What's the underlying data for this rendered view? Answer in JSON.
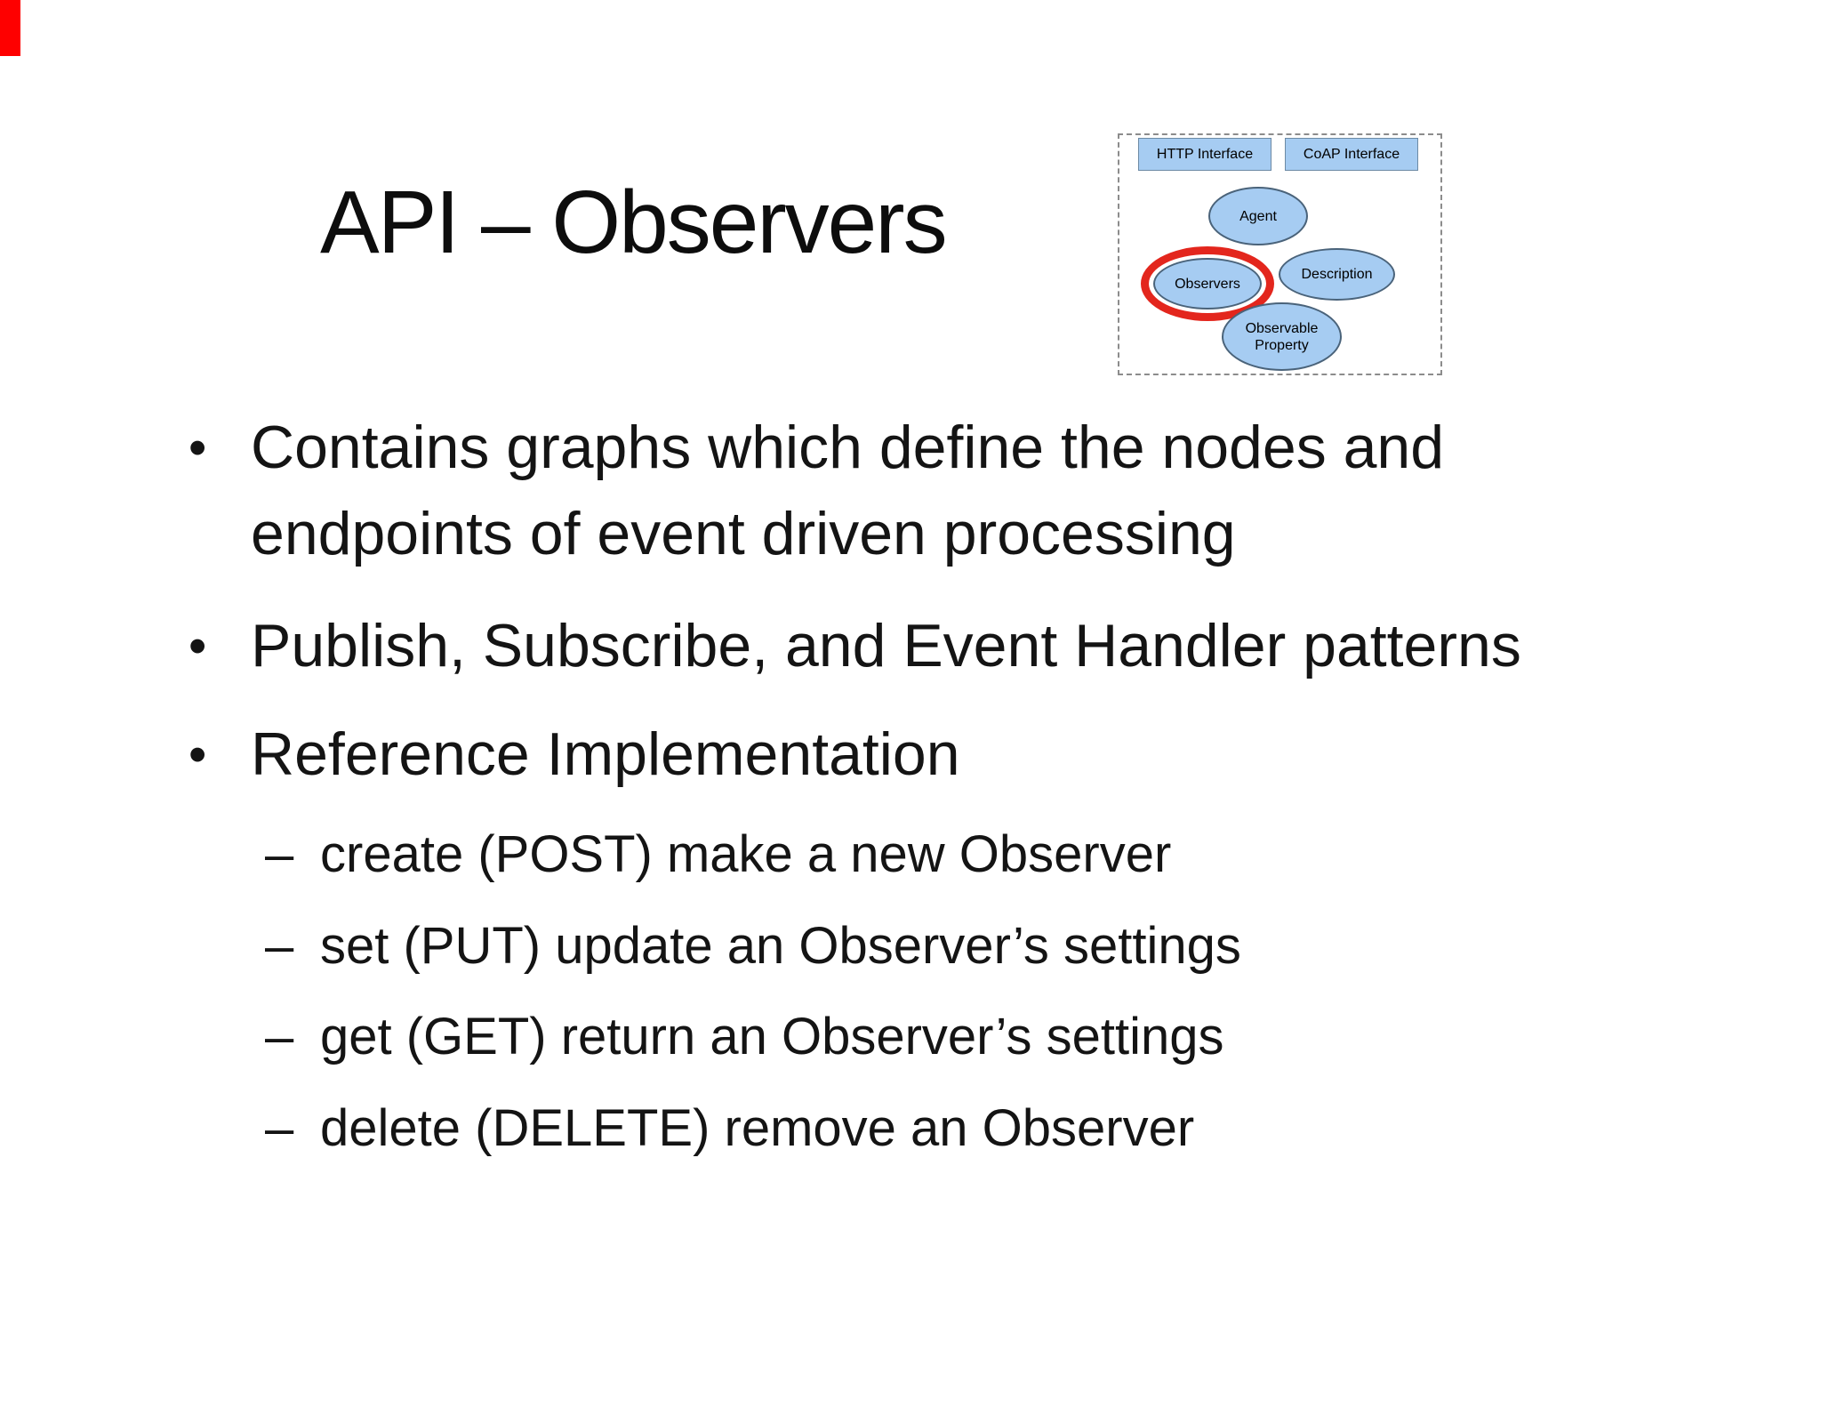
{
  "slide": {
    "title": "API – Observers",
    "bullet_char": "•",
    "dash_char": "–",
    "bullets": [
      {
        "lines": [
          "Contains graphs which define the nodes and",
          "endpoints of event driven processing"
        ]
      },
      {
        "lines": [
          "Publish, Subscribe, and Event Handler patterns"
        ]
      },
      {
        "lines": [
          "Reference Implementation"
        ]
      }
    ],
    "sub_bullets": [
      "create (POST) make a new Observer",
      "set (PUT) update an Observer’s settings",
      "get (GET) return an Observer’s settings",
      "delete (DELETE) remove an Observer"
    ]
  },
  "diagram": {
    "interfaces": [
      {
        "label": "HTTP Interface"
      },
      {
        "label": "CoAP Interface"
      }
    ],
    "nodes": [
      {
        "label": "Agent"
      },
      {
        "label": "Observers",
        "highlighted": true
      },
      {
        "label": "Description"
      },
      {
        "label": "Observable Property"
      }
    ],
    "colors": {
      "node_fill": "#a6ccf2",
      "node_border": "#4a637a",
      "interface_border": "#6c8aa5",
      "highlight_ring": "#e3261d",
      "dashed_border": "#8c8c8c"
    }
  },
  "corner_marker": {
    "color": "#fe0000"
  }
}
